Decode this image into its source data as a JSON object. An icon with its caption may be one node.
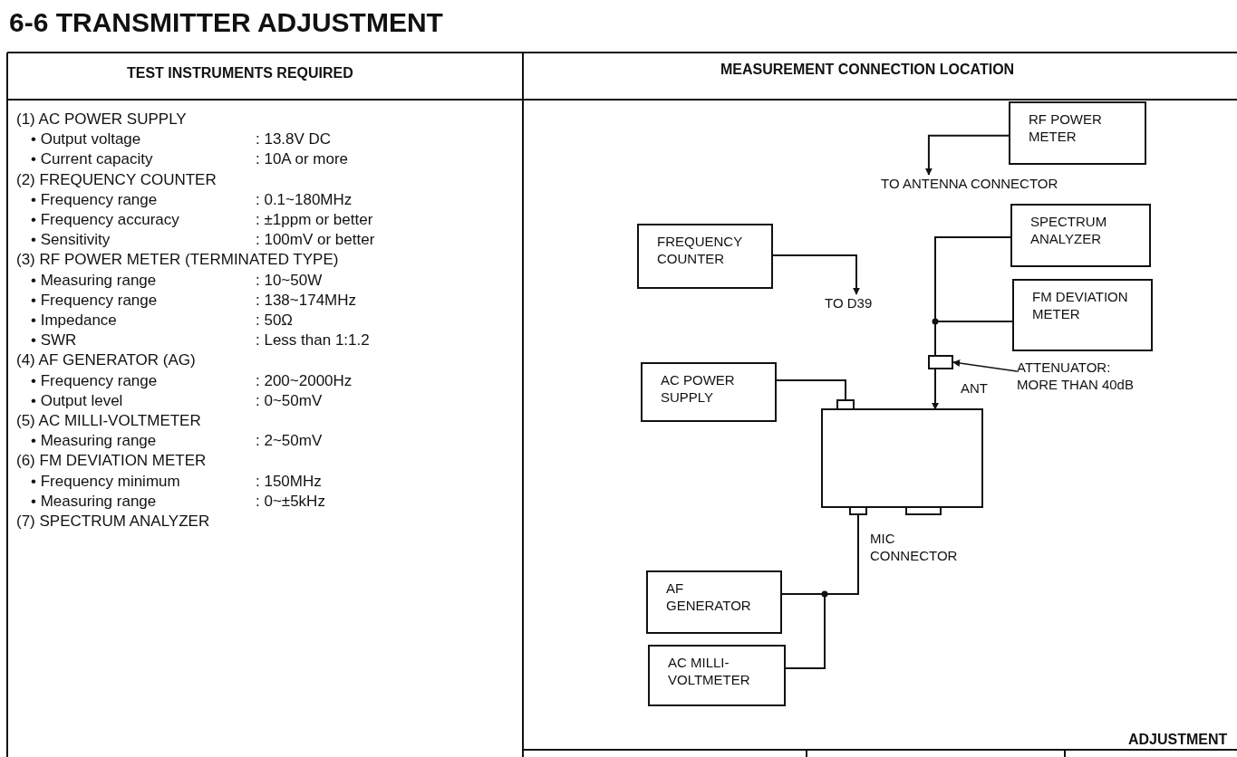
{
  "diagram": {
    "title": "6-6 TRANSMITTER ADJUSTMENT",
    "nodes": [
      {
        "text": [
          "RF POWER METER"
        ]
      },
      {
        "text": [
          "TO ANTENNA CONNECTOR"
        ]
      },
      {
        "text": [
          "FREQUENCY COUNTER"
        ]
      },
      {
        "text": [
          "TO D39"
        ]
      },
      {
        "text": [
          "SPECTRUM ANALYZER"
        ]
      },
      {
        "text": [
          "FM DEVIATION METER"
        ]
      },
      {
        "text": [],
        "shape": "box"
      },
      {
        "text": [
          "ATTENUATOR: MORE THAN 40dB"
        ]
      },
      {
        "text": [
          "AC POWER SUPPLY"
        ]
      },
      {
        "text": [],
        "shape": "box"
      },
      {
        "text": [
          "AF GENERATOR"
        ]
      },
      {
        "text": [
          "AC MILLI-VOLTMETER"
        ]
      }
    ],
    "edges": [
      {
        "from": 0,
        "to": 1,
        "arrow": "to"
      },
      {
        "from": 2,
        "to": 3,
        "arrow": "to"
      },
      {
        "from": 4,
        "to": 6,
        "arrow": "none"
      },
      {
        "from": 5,
        "to": 6,
        "arrow": "none"
      },
      {
        "from": 6,
        "to": 9,
        "arrow": "to"
      },
      {
        "from": 7,
        "to": 6,
        "arrow": "to"
      },
      {
        "from": 8,
        "to": 9,
        "arrow": "none"
      },
      {
        "from": 10,
        "to": 9,
        "arrow": "none"
      },
      {
        "from": 11,
        "to": 9,
        "arrow": "none"
      }
    ],
    "labels": [
      "TEST INSTRUMENTS REQUIRED",
      "MEASUREMENT CONNECTION LOCATION",
      "(1) AC POWER SUPPLY",
      "• Output voltage",
      ": 13.8V DC",
      "• Current capacity",
      ": 10A or more",
      "(2) FREQUENCY COUNTER",
      "• Frequency range",
      ": 0.1~180MHz",
      "• Frequency accuracy",
      ": ±1ppm or better",
      "• Sensitivity",
      ": 100mV or better",
      "(3) RF POWER METER (TERMINATED TYPE)",
      "• Measuring range",
      ": 10~50W",
      "• Frequency range",
      ": 138~174MHz",
      "• Impedance",
      ": 50Ω",
      "• SWR",
      ": Less than 1:1.2",
      "(4) AF GENERATOR (AG)",
      "• Frequency range",
      ": 200~2000Hz",
      "• Output level",
      ": 0~50mV",
      "(5) AC MILLI-VOLTMETER",
      "• Measuring range",
      ": 2~50mV",
      "(6) FM DEVIATION METER",
      "• Frequency minimum",
      ": 150MHz",
      "• Measuring range",
      ": 0~±5kHz",
      "(7) SPECTRUM ANALYZER",
      "ANT",
      "MIC CONNECTOR",
      "ADJUSTMENT"
    ]
  }
}
